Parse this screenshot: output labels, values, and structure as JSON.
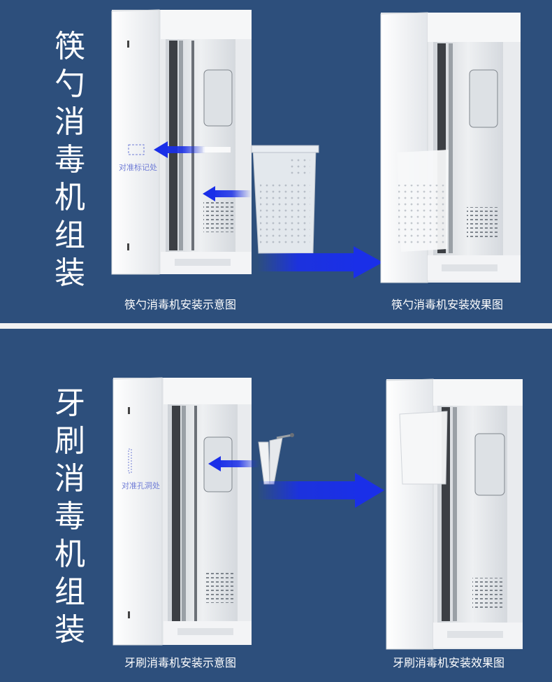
{
  "top": {
    "title_chars": [
      "筷",
      "勺",
      "消",
      "毒",
      "机",
      "组",
      "装"
    ],
    "annotation": "对准标记处",
    "caption_left": "筷勺消毒机安装示意图",
    "caption_right": "筷勺消毒机安装效果图"
  },
  "bottom": {
    "title_chars": [
      "牙",
      "刷",
      "消",
      "毒",
      "机",
      "组",
      "装"
    ],
    "annotation": "对准孔洞处",
    "caption_left": "牙刷消毒机安装示意图",
    "caption_right": "牙刷消毒机安装效果图"
  },
  "colors": {
    "background": "#2d4f7c",
    "arrow": "#1a2fe8",
    "cabinet": "#f4f5f7"
  }
}
